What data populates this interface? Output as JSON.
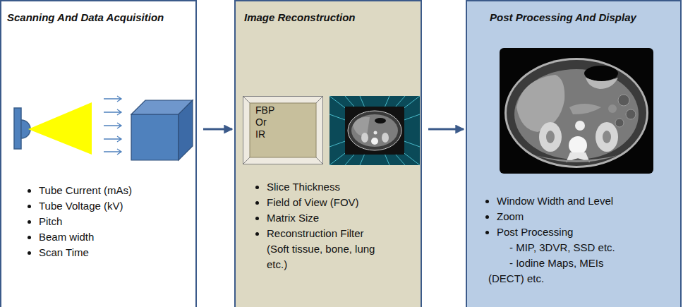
{
  "diagram": {
    "nodes": [
      {
        "text": [
          "Scanning And Data Acquisition",
          "Tube Current (mAs)",
          "Tube Voltage (kV)",
          "Pitch",
          "Beam width",
          "Scan Time"
        ]
      },
      {
        "text": [
          "Image Reconstruction",
          "Slice Thickness",
          "Field of View (FOV)",
          "Matrix Size",
          "Reconstruction Filter (Soft tissue, bone, lung etc.)"
        ]
      },
      {
        "text": [
          "FBP Or IR"
        ],
        "in": 1
      },
      {
        "text": [
          "Post Processing And Display",
          "Window Width and Level",
          "Zoom",
          "Post Processing",
          "- MIP, 3DVR, SSD etc.",
          "- Iodine Maps, MEIs (DECT) etc."
        ]
      }
    ],
    "edges": [
      {
        "from": 0,
        "to": 1,
        "arrow": "to"
      },
      {
        "from": 1,
        "to": 3,
        "arrow": "to"
      }
    ]
  }
}
